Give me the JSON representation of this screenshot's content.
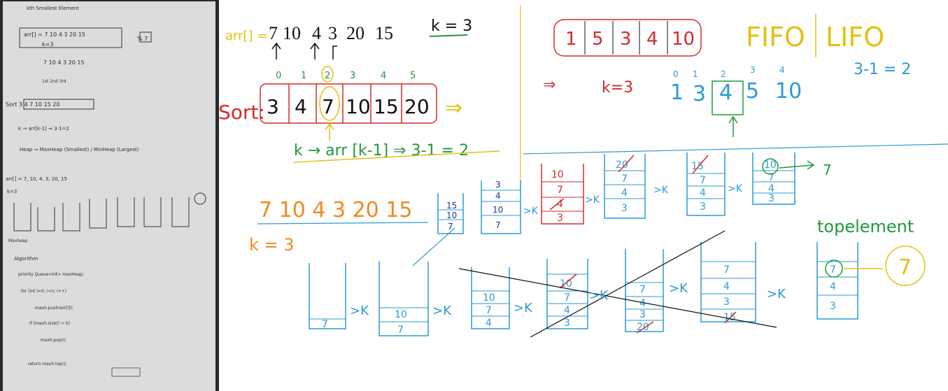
{
  "photo": {
    "title": "kth Smallest Element",
    "lines": [
      "arr[] = 7 10 4 3 20 15",
      "k=3",
      "% 7",
      "7 10 4 3 20 15",
      "1st  2nd  3rd",
      "Sort 3 4 7 10 15 20",
      "k → arr[k-1] ⇒ 3-1=2",
      "Heap → MaxHeap (Smallest) / MinHeap (Largest)",
      "arr[] = 7, 10, 4, 3, 20, 15",
      "k=3",
      "Maxheap",
      "Algorithm",
      "priority Queue<Int> maxHeap;",
      "for (int i=0; i<n; i++)",
      "maxh.push(arr[i]);",
      "if (maxh.size() > k)",
      "maxh.pop();",
      "return maxh.top();"
    ]
  },
  "colors": {
    "black": "#111111",
    "red": "#d42b2b",
    "green": "#1f9a3e",
    "yellow": "#e6c012",
    "blue": "#2b9ad6",
    "orange": "#f08a24",
    "paper": "#dcdcdc",
    "photo_bg": "#2a2a2a"
  },
  "sort_section": {
    "arr_label": "arr[] =",
    "array_values": [
      "7",
      "10",
      "4",
      "3",
      "20",
      "15"
    ],
    "k_label": "k = 3",
    "indices": [
      "0",
      "1",
      "2",
      "3",
      "4",
      "5"
    ],
    "sort_label": "Sort:",
    "sorted_values": [
      "3",
      "4",
      "7",
      "10",
      "15",
      "20"
    ],
    "arrow": "⇒",
    "formula": "k → arr [k-1] ⇒ 3-1 = 2"
  },
  "fifo_section": {
    "queue_values": [
      "1",
      "5",
      "3",
      "4",
      "10"
    ],
    "fifo": "FIFO",
    "lifo": "LIFO",
    "arrow": "⇒",
    "k_label": "k=3",
    "indices": [
      "0",
      "1",
      "2",
      "3",
      "4"
    ],
    "sorted_values": [
      "1",
      "3",
      "4",
      "5",
      "10"
    ],
    "formula": "3-1 = 2"
  },
  "orange_section": {
    "array_text": "7 10 4 3 20 15",
    "k_label": "k = 3"
  },
  "upper_stacks": {
    "gt_k": ">K",
    "result": "7",
    "stacks": [
      [
        "15",
        "10",
        "7"
      ],
      [
        "3",
        "4",
        "10",
        "7"
      ],
      [
        "10",
        "7",
        "4",
        "3"
      ],
      [
        "20",
        "7",
        "4",
        "3"
      ],
      [
        "15",
        "7",
        "4",
        "3"
      ],
      [
        "10",
        "7",
        "4",
        "3"
      ]
    ]
  },
  "lower_stacks": {
    "gt_k": ">K",
    "top_element_label": "topelement",
    "result": "7",
    "stacks": [
      [
        "7"
      ],
      [
        "10",
        "7"
      ],
      [
        "10",
        "7",
        "4"
      ],
      [
        "10",
        "7",
        "4",
        "3"
      ],
      [
        "7",
        "4",
        "3",
        "20"
      ],
      [
        "7",
        "4",
        "3",
        "15"
      ],
      [
        "7",
        "4",
        "3"
      ]
    ]
  }
}
